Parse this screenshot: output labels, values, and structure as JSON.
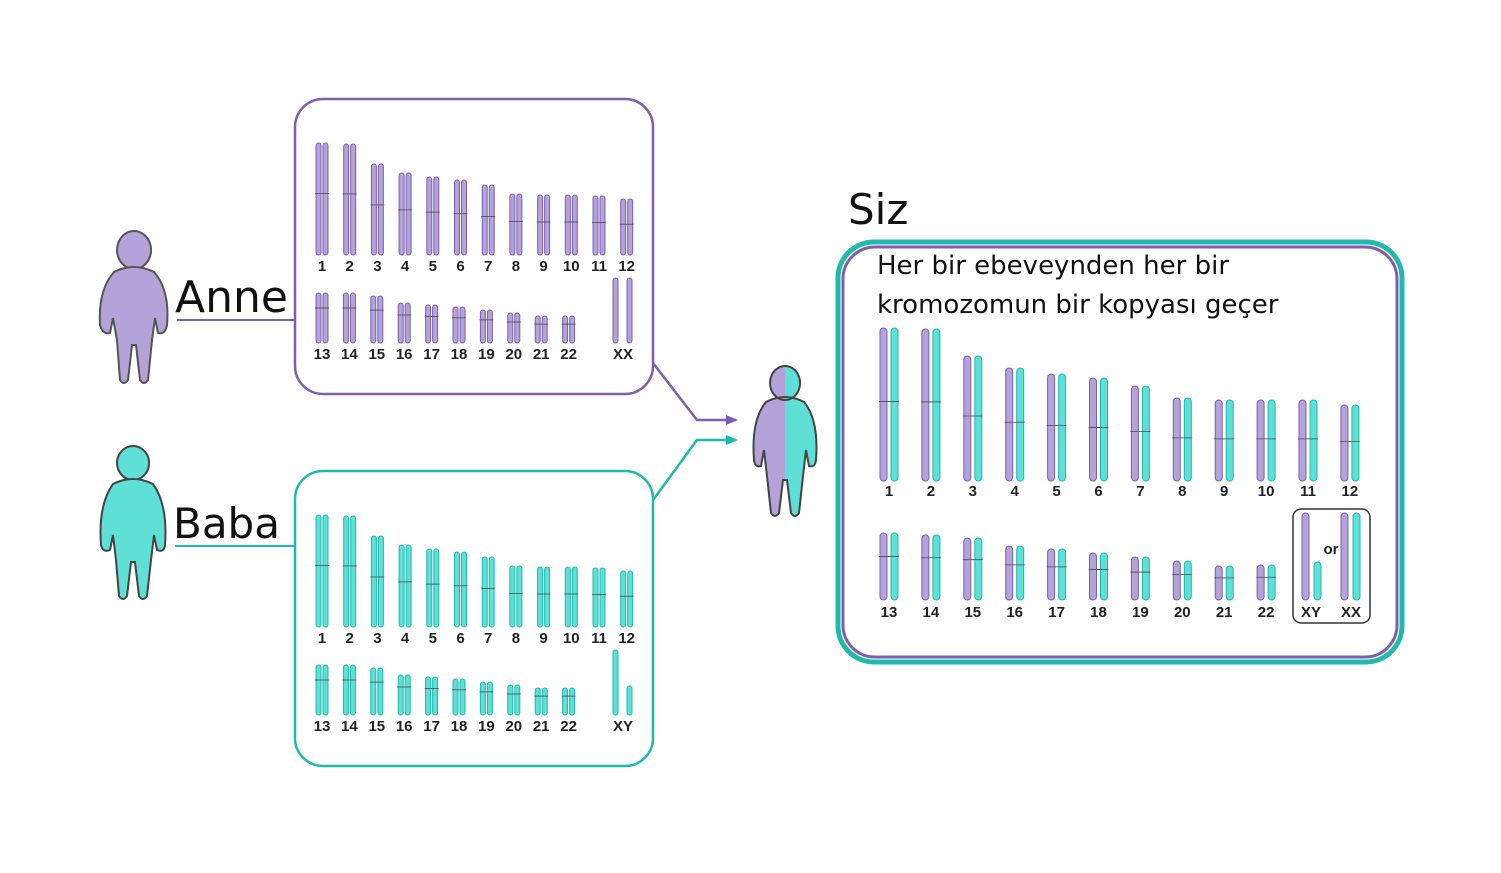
{
  "colors": {
    "mother": "#7b5fb0",
    "mother_fill": "#b4a3d8",
    "father": "#21b8ad",
    "father_fill": "#5fe0d6",
    "outline": "#555555"
  },
  "mother": {
    "label": "Anne",
    "row1": [
      "1",
      "2",
      "3",
      "4",
      "5",
      "6",
      "7",
      "8",
      "9",
      "10",
      "11",
      "12"
    ],
    "row2": [
      "13",
      "14",
      "15",
      "16",
      "17",
      "18",
      "19",
      "20",
      "21",
      "22"
    ],
    "sex_label": "XX"
  },
  "father": {
    "label": "Baba",
    "row1": [
      "1",
      "2",
      "3",
      "4",
      "5",
      "6",
      "7",
      "8",
      "9",
      "10",
      "11",
      "12"
    ],
    "row2": [
      "13",
      "14",
      "15",
      "16",
      "17",
      "18",
      "19",
      "20",
      "21",
      "22"
    ],
    "sex_label": "XY"
  },
  "child": {
    "title": "Siz",
    "caption_line1": "Her bir ebeveynden her bir",
    "caption_line2": "kromozomun bir kopyası geçer",
    "row1": [
      "1",
      "2",
      "3",
      "4",
      "5",
      "6",
      "7",
      "8",
      "9",
      "10",
      "11",
      "12"
    ],
    "row2": [
      "13",
      "14",
      "15",
      "16",
      "17",
      "18",
      "19",
      "20",
      "21",
      "22"
    ],
    "sex_option1": "XY",
    "sex_or": "or",
    "sex_option2": "XX"
  },
  "icons": {
    "mother_figure": "person-icon",
    "father_figure": "person-icon",
    "child_figure": "person-icon",
    "arrow": "arrow-right-icon"
  }
}
